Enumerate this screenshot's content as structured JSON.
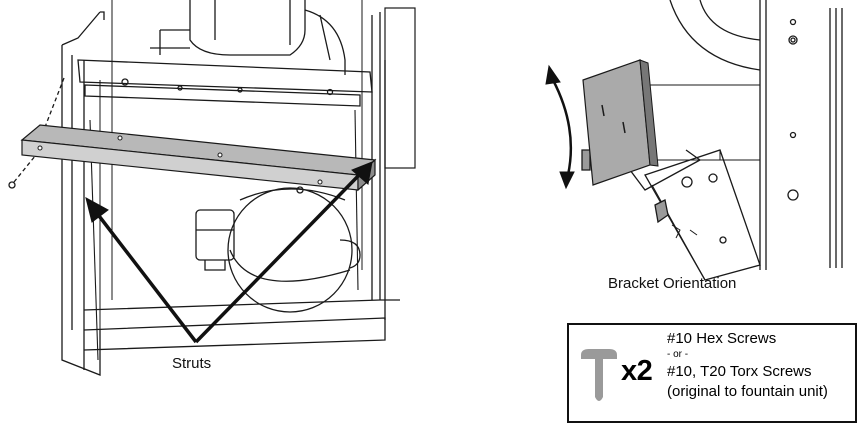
{
  "labels": {
    "struts": "Struts",
    "bracket_orientation": "Bracket Orientation"
  },
  "hardware": {
    "quantity": "x2",
    "line1": "#10 Hex Screws",
    "line2": "- or -",
    "line3": "#10, T20 Torx Screws",
    "line4": "(original to fountain unit)",
    "icon": "screw-icon"
  },
  "colors": {
    "line": "#1a1a1a",
    "bracket_fill": "#b8b8b8",
    "screw_fill": "#9a9a9a"
  }
}
